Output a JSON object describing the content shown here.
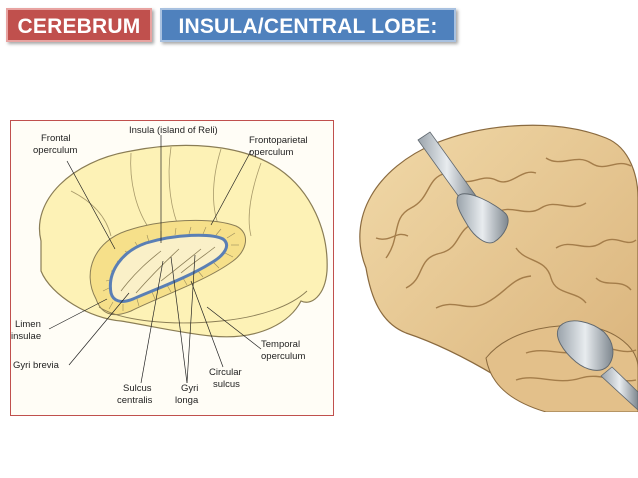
{
  "header": {
    "section_label": "CEREBRUM",
    "title": "INSULA/CENTRAL LOBE:"
  },
  "colors": {
    "section_tag": "#c0504d",
    "title_tag": "#4f81bd",
    "figure_border": "#c0504d",
    "cortex_fill": "#fbefa8",
    "sulcus_blue": "#5a7fb5",
    "brain_tissue": "#e7c590"
  },
  "diagram": {
    "labels": {
      "insula": "Insula (island of Reli)",
      "frontal_operculum_1": "Frontal",
      "frontal_operculum_2": "operculum",
      "frontoparietal_1": "Frontoparietal",
      "frontoparietal_2": "operculum",
      "limen_1": "Limen",
      "limen_2": "insulae",
      "gyri_brevia": "Gyri brevia",
      "temporal_1": "Temporal",
      "temporal_2": "operculum",
      "circular_1": "Circular",
      "circular_2": "sulcus",
      "sulcus_centralis_1": "Sulcus",
      "sulcus_centralis_2": "centralis",
      "gyri_longa_1": "Gyri",
      "gyri_longa_2": "longa"
    }
  },
  "illustration": {
    "retractor_icons": [
      "retractor-icon",
      "retractor-icon"
    ]
  }
}
